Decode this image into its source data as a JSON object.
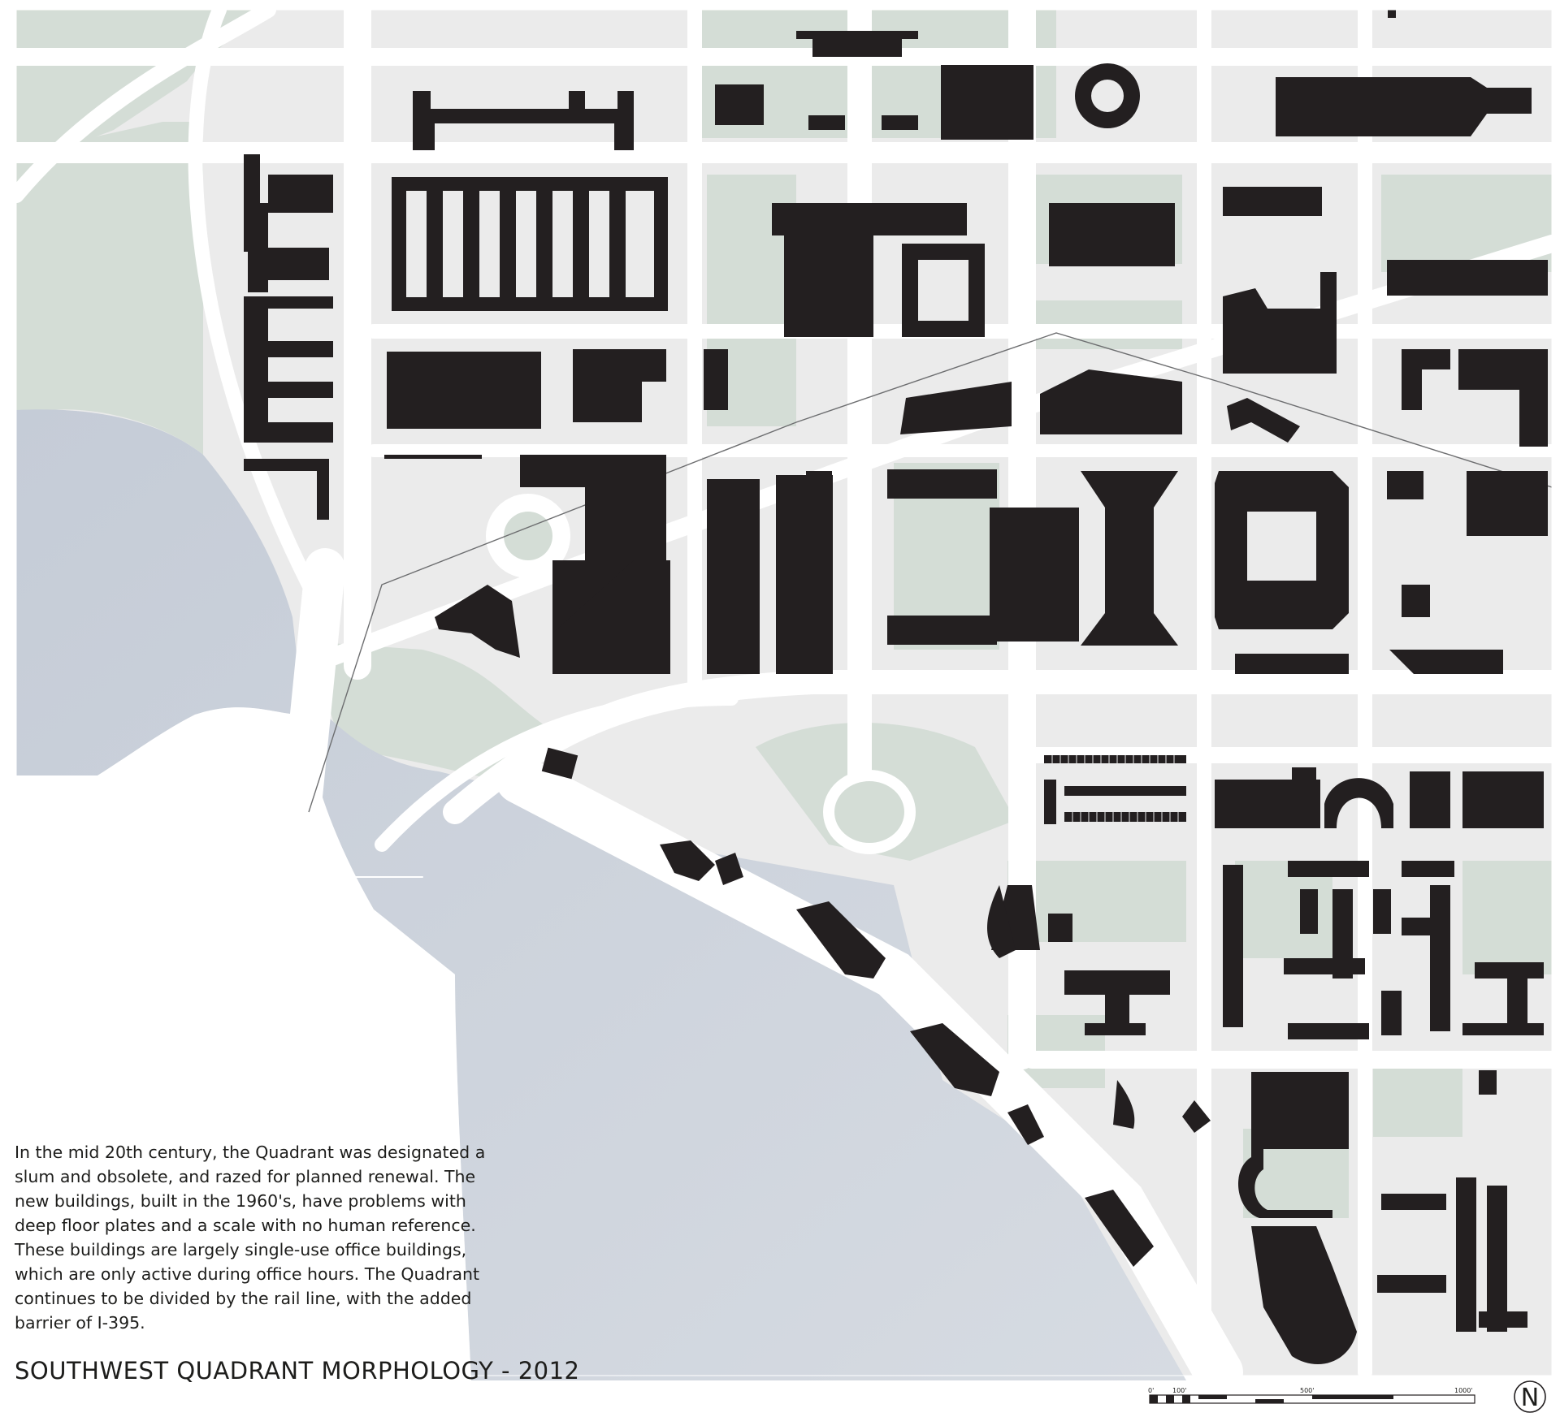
{
  "map": {
    "title": "SOUTHWEST QUADRANT MORPHOLOGY - 2012",
    "description_lines": [
      "In the mid 20th century, the Quadrant was designated a",
      "slum and obsolete, and razed for planned renewal. The",
      "new buildings, built in the 1960's, have problems with",
      "deep floor plates and a scale with no human reference.",
      "These buildings are largely single-use office buildings,",
      "which are only active during office hours. The Quadrant",
      "continues to be divided by the rail line, with the added",
      "barrier of I-395."
    ],
    "scale_bar": {
      "labels": [
        "0'",
        "100'",
        "500'",
        "1000'"
      ]
    },
    "north_arrow": {
      "letter": "N"
    },
    "colors": {
      "water": "#cdd3dc",
      "green_space": "#d4ddd6",
      "block_ground": "#ebebeb",
      "street": "#ffffff",
      "building": "#231f20",
      "text": "#1d1d1b"
    },
    "layers": [
      "buildings",
      "streets",
      "green-space",
      "water",
      "rail-line"
    ]
  }
}
